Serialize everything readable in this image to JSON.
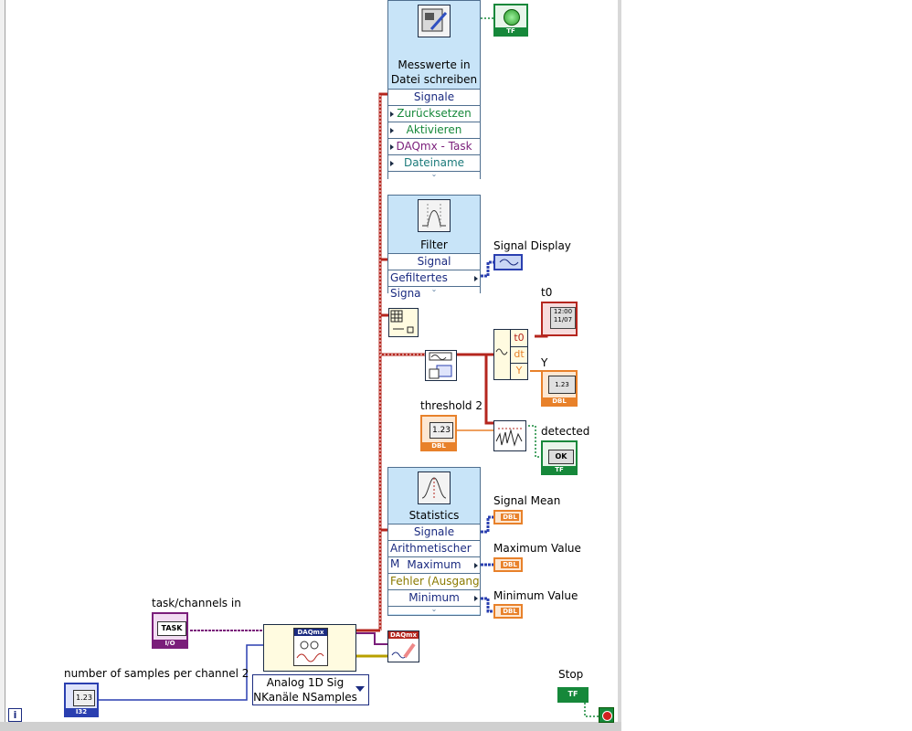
{
  "blocks": {
    "write": {
      "title_line1": "Messwerte in",
      "title_line2": "Datei schreiben",
      "rows": [
        "Signale",
        "Zurücksetzen",
        "Aktivieren",
        "DAQmx - Task",
        "Dateiname"
      ]
    },
    "filter": {
      "title": "Filter",
      "rows": [
        "Signal",
        "Gefiltertes Signa"
      ]
    },
    "stats": {
      "title": "Statistics",
      "rows": [
        "Signale",
        "Arithmetischer M",
        "Maximum",
        "Fehler (Ausgang",
        "Minimum"
      ]
    },
    "daq_read": {
      "line1": "Analog 1D Sig",
      "line2": "NKanäle NSamples"
    }
  },
  "labels": {
    "signal_display": "Signal Display",
    "t0": "t0",
    "y": "Y",
    "threshold": "threshold 2",
    "detected": "detected",
    "signal_mean": "Signal Mean",
    "maximum_value": "Maximum Value",
    "minimum_value": "Minimum Value",
    "task_channels": "task/channels in",
    "num_samples": "number of samples per channel 2",
    "stop": "Stop"
  },
  "terminal_tags": {
    "tf": "TF",
    "dbl": "DBL",
    "i32": "I32",
    "io": "I/O",
    "task": "TASK",
    "num": "1.23",
    "ok": "OK",
    "time_top": "12:00",
    "time_bot": "11/07",
    "daqmx": "DAQmx"
  },
  "waveform": {
    "t0": "t0",
    "dt": "dt",
    "y": "Y"
  },
  "status": {
    "info_icon": "i"
  },
  "colors": {
    "wire_wave": "#b5261e",
    "wire_bool": "#16883a",
    "wire_dbl": "#e8812a",
    "wire_task": "#7a1e7a",
    "wire_int": "#2a3fb0",
    "wire_err": "#b8a000"
  }
}
